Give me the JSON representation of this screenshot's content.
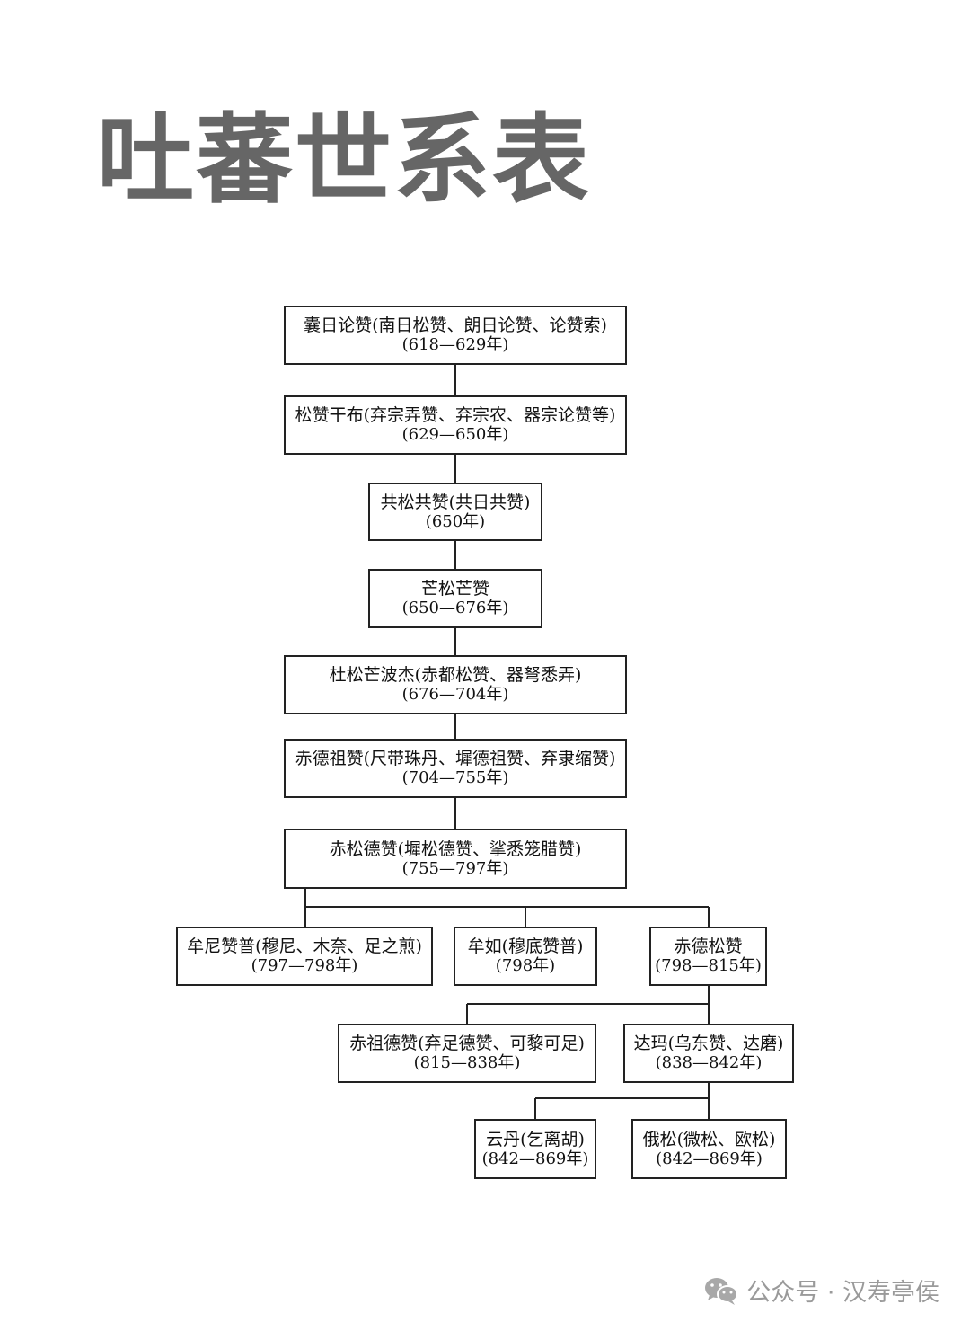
{
  "title": "吐蕃世系表",
  "nodes": [
    {
      "name": "囊日论赞(南日松赞、朗日论赞、论赞索)",
      "years": "(618—629年)"
    },
    {
      "name": "松赞干布(弃宗弄赞、弃宗农、器宗论赞等)",
      "years": "(629—650年)"
    },
    {
      "name": "共松共赞(共日共赞)",
      "years": "(650年)"
    },
    {
      "name": "芒松芒赞",
      "years": "(650—676年)"
    },
    {
      "name": "杜松芒波杰(赤都松赞、器弩悉弄)",
      "years": "(676—704年)"
    },
    {
      "name": "赤德祖赞(尺带珠丹、墀德祖赞、弃隶缩赞)",
      "years": "(704—755年)"
    },
    {
      "name": "赤松德赞(墀松德赞、挲悉笼腊赞)",
      "years": "(755—797年)"
    },
    {
      "name": "牟尼赞普(穆尼、木奈、足之煎)",
      "years": "(797—798年)"
    },
    {
      "name": "牟如(穆底赞普)",
      "years": "(798年)"
    },
    {
      "name": "赤德松赞",
      "years": "(798—815年)"
    },
    {
      "name": "赤祖德赞(弃足德赞、可黎可足)",
      "years": "(815—838年)"
    },
    {
      "name": "达玛(乌东赞、达磨)",
      "years": "(838—842年)"
    },
    {
      "name": "云丹(乞离胡)",
      "years": "(842—869年)"
    },
    {
      "name": "俄松(微松、欧松)",
      "years": "(842—869年)"
    }
  ],
  "watermark": {
    "icon": "wechat-icon",
    "text": "公众号 · 汉寿亭侯"
  }
}
